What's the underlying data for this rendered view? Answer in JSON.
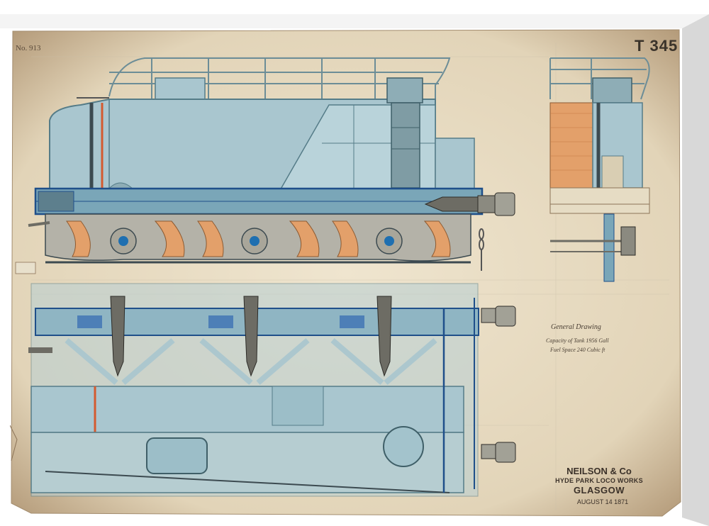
{
  "drawing": {
    "number": "T 345",
    "serial": "No. 913",
    "maker": {
      "name": "NEILSON & Co",
      "works": "HYDE PARK LOCO WORKS",
      "city": "GLASGOW",
      "date": "AUGUST 14 1871"
    },
    "note": {
      "title": "General Drawing",
      "line1": "Capacity of Tank 1956 Gall",
      "line2": "Fuel Space 240 Cubic ft"
    }
  },
  "colors": {
    "paper": "#e8dcc4",
    "paper_stain": "#c9b59a",
    "blueprint_blue": "#a9c6cf",
    "dark_blue": "#1f4f8a",
    "frame_gray": "#b4b2a8",
    "wood_orange": "#e3a06a",
    "ink": "#3b3129"
  },
  "icons": [
    "wheel-axlebox-icon",
    "buffer-icon",
    "coupling-chain-icon",
    "water-filler-icon"
  ]
}
